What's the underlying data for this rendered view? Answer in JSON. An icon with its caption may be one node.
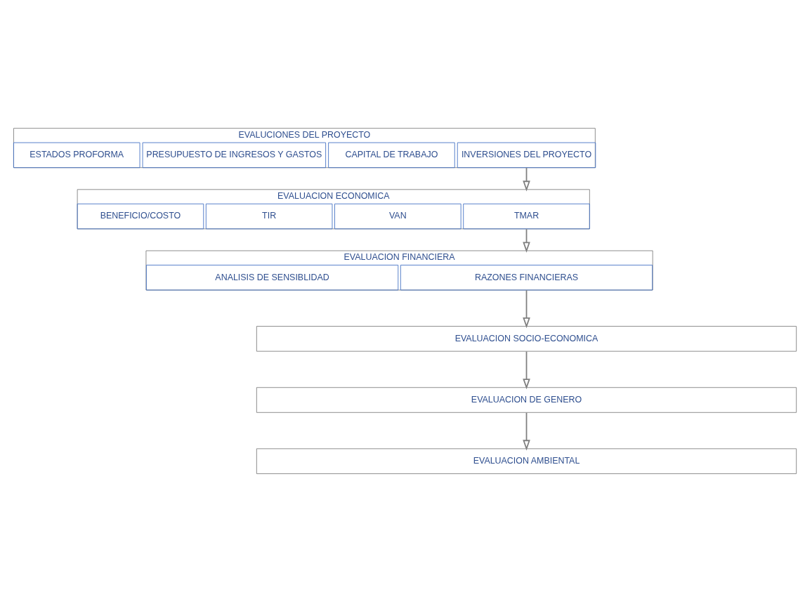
{
  "diagram": {
    "nodes": [
      {
        "text": [
          "EVALUCIONES DEL PROYECTO"
        ]
      },
      {
        "text": [
          "INVERSIONES DEL PROYECTO"
        ],
        "in": 0
      },
      {
        "text": [
          "CAPITAL DE TRABAJO"
        ],
        "in": 0
      },
      {
        "text": [
          "PRESUPUESTO DE INGRESOS Y GASTOS"
        ],
        "in": 0
      },
      {
        "text": [
          "ESTADOS PROFORMA"
        ],
        "in": 0
      },
      {
        "text": [
          "EVALUACION ECONOMICA"
        ]
      },
      {
        "text": [
          "TMAR"
        ],
        "in": 5
      },
      {
        "text": [
          "VAN"
        ],
        "in": 5
      },
      {
        "text": [
          "TIR"
        ],
        "in": 5
      },
      {
        "text": [
          "BENEFICIO/COSTO"
        ],
        "in": 5
      },
      {
        "text": [
          "EVALUACION FINANCIERA"
        ]
      },
      {
        "text": [
          "RAZONES FINANCIERAS"
        ],
        "in": 10
      },
      {
        "text": [
          "ANALISIS DE SENSIBLIDAD"
        ],
        "in": 10
      },
      {
        "text": [
          "EVALUACION SOCIO-ECONOMICA"
        ]
      },
      {
        "text": [
          "EVALUACION DE GENERO"
        ]
      },
      {
        "text": [
          "EVALUACION AMBIENTAL"
        ]
      }
    ],
    "edges": [
      {
        "from": 0,
        "to": 5,
        "arrow": "to"
      },
      {
        "from": 5,
        "to": 10,
        "arrow": "to"
      },
      {
        "from": 10,
        "to": 13,
        "arrow": "to"
      },
      {
        "from": 13,
        "to": 14,
        "arrow": "to"
      },
      {
        "from": 14,
        "to": 15,
        "arrow": "to"
      }
    ]
  }
}
